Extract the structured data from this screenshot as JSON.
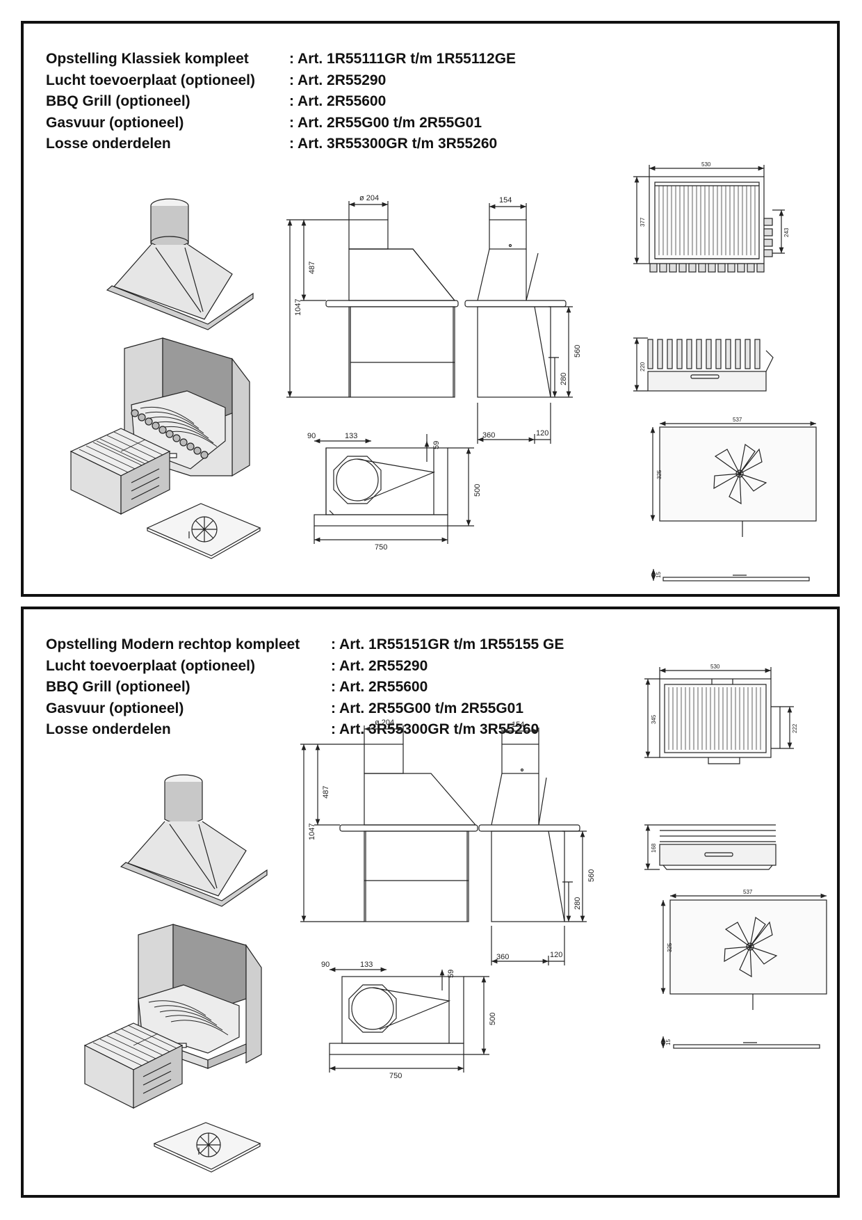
{
  "panels": [
    {
      "specs": [
        {
          "label": "Opstelling Klassiek kompleet",
          "value": ": Art. 1R55111GR t/m 1R55112GE"
        },
        {
          "label": "Lucht toevoerplaat (optioneel)",
          "value": ": Art. 2R55290"
        },
        {
          "label": "BBQ Grill (optioneel)",
          "value": ": Art. 2R55600"
        },
        {
          "label": "Gasvuur (optioneel)",
          "value": ": Art. 2R55G00 t/m 2R55G01"
        },
        {
          "label": "Losse onderdelen",
          "value": ": Art. 3R55300GR t/m 3R55260"
        }
      ],
      "dims": {
        "d204": "ø 204",
        "d154": "154",
        "d487": "487",
        "d1047": "1047",
        "d560": "560",
        "d280": "280",
        "d360": "360",
        "d120": "120",
        "d90": "90",
        "d133": "133",
        "d59": "59",
        "d500": "500",
        "d750": "750",
        "d530": "530",
        "d377": "377",
        "d243": "243",
        "d220": "220",
        "d537": "537",
        "d325": "325",
        "d15": "15"
      }
    },
    {
      "specs": [
        {
          "label": "Opstelling Modern rechtop kompleet",
          "value": ": Art. 1R55151GR t/m 1R55155 GE"
        },
        {
          "label": "Lucht toevoerplaat (optioneel)",
          "value": ": Art. 2R55290"
        },
        {
          "label": "BBQ Grill (optioneel)",
          "value": ": Art. 2R55600"
        },
        {
          "label": "Gasvuur (optioneel)",
          "value": ": Art. 2R55G00 t/m 2R55G01"
        },
        {
          "label": "Losse onderdelen",
          "value": ": Art. 3R55300GR t/m 3R55260"
        }
      ],
      "dims": {
        "d204": "ø 204",
        "d154": "154",
        "d487": "487",
        "d1047": "1047",
        "d560": "560",
        "d280": "280",
        "d360": "360",
        "d120": "120",
        "d90": "90",
        "d133": "133",
        "d59": "59",
        "d500": "500",
        "d750": "750",
        "d530": "530",
        "d345": "345",
        "d222": "222",
        "d168": "168",
        "d537": "537",
        "d325": "325",
        "d15": "15"
      }
    }
  ],
  "colors": {
    "line": "#222222",
    "fill_light": "#dcdcdc",
    "fill_mid": "#b8b8b8",
    "fill_dark": "#8a8a8a"
  }
}
